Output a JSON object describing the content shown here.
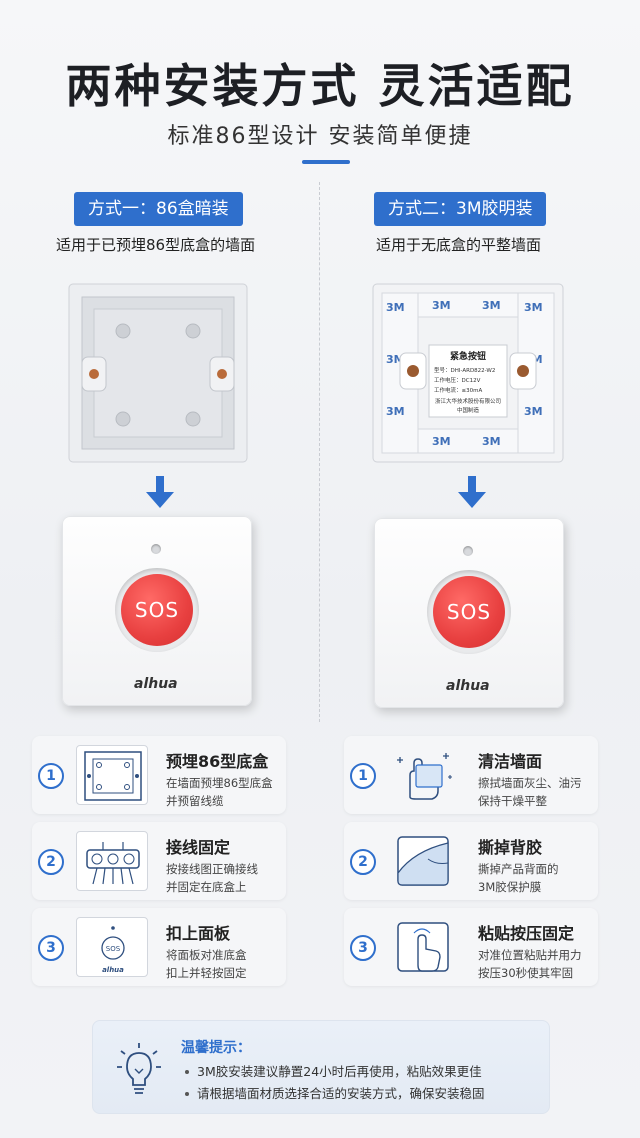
{
  "header": {
    "title": "两种安装方式 灵活适配",
    "subtitle": "标准86型设计 安装简单便捷"
  },
  "methods": [
    {
      "tag": "方式一：86盒暗装",
      "desc": "适用于已预埋86型底盒的墙面",
      "steps": [
        {
          "num": "1",
          "title": "预埋86型底盒",
          "desc1": "在墙面预埋86型底盒",
          "desc2": "并预留线缆"
        },
        {
          "num": "2",
          "title": "接线固定",
          "desc1": "按接线图正确接线",
          "desc2": "并固定在底盒上"
        },
        {
          "num": "3",
          "title": "扣上面板",
          "desc1": "将面板对准底盒",
          "desc2": "扣上并轻按固定"
        }
      ]
    },
    {
      "tag": "方式二：3M胶明装",
      "desc": "适用于无底盒的平整墙面",
      "steps": [
        {
          "num": "1",
          "title": "清洁墙面",
          "desc1": "擦拭墙面灰尘、油污",
          "desc2": "保持干燥平整"
        },
        {
          "num": "2",
          "title": "撕掉背胶",
          "desc1": "撕掉产品背面的",
          "desc2": "3M胶保护膜"
        },
        {
          "num": "3",
          "title": "粘贴按压固定",
          "desc1": "对准位置粘贴并用力",
          "desc2": "按压30秒使其牢固"
        }
      ]
    }
  ],
  "device": {
    "sos_label": "SOS",
    "logo": "alhua",
    "mini_sos": "SOS",
    "mini_logo": "alhua"
  },
  "label_sticker": {
    "title": "紧急按钮",
    "model": "型号：DHI-ARD822-W2",
    "voltage": "工作电压：DC12V",
    "current": "工作电流：≤30mA",
    "maker": "浙江大华技术股份有限公司",
    "origin": "中国制造"
  },
  "tips": {
    "title": "温馨提示：",
    "items": [
      "3M胶安装建议静置24小时后再使用，粘贴效果更佳",
      "请根据墙面材质选择合适的安装方式，确保安装稳固"
    ]
  },
  "colors": {
    "accent": "#2f6fcc",
    "sos_red": "#e84040",
    "background": "#f2f3f6"
  }
}
